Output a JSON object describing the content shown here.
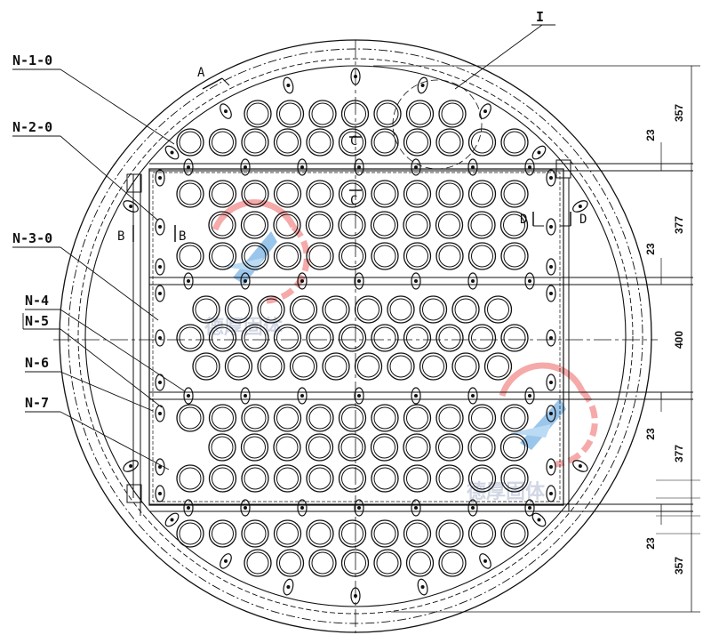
{
  "callouts": [
    {
      "id": "n-1-0",
      "text": "N-1-0"
    },
    {
      "id": "n-2-0",
      "text": "N-2-0"
    },
    {
      "id": "n-3-0",
      "text": "N-3-0"
    },
    {
      "id": "n-4",
      "text": "N-4"
    },
    {
      "id": "n-5",
      "text": "N-5"
    },
    {
      "id": "n-6",
      "text": "N-6"
    },
    {
      "id": "n-7",
      "text": "N-7"
    }
  ],
  "section_marks": {
    "a": "A",
    "b_left": "B",
    "b_right": "B",
    "c_top": "C",
    "c_bottom": "C",
    "d_left": "D",
    "d_right": "D",
    "detail": "I"
  },
  "dimensions": [
    "357",
    "23",
    "377",
    "23",
    "400",
    "23",
    "377",
    "23",
    "357"
  ],
  "watermark_text": "德厚固体"
}
